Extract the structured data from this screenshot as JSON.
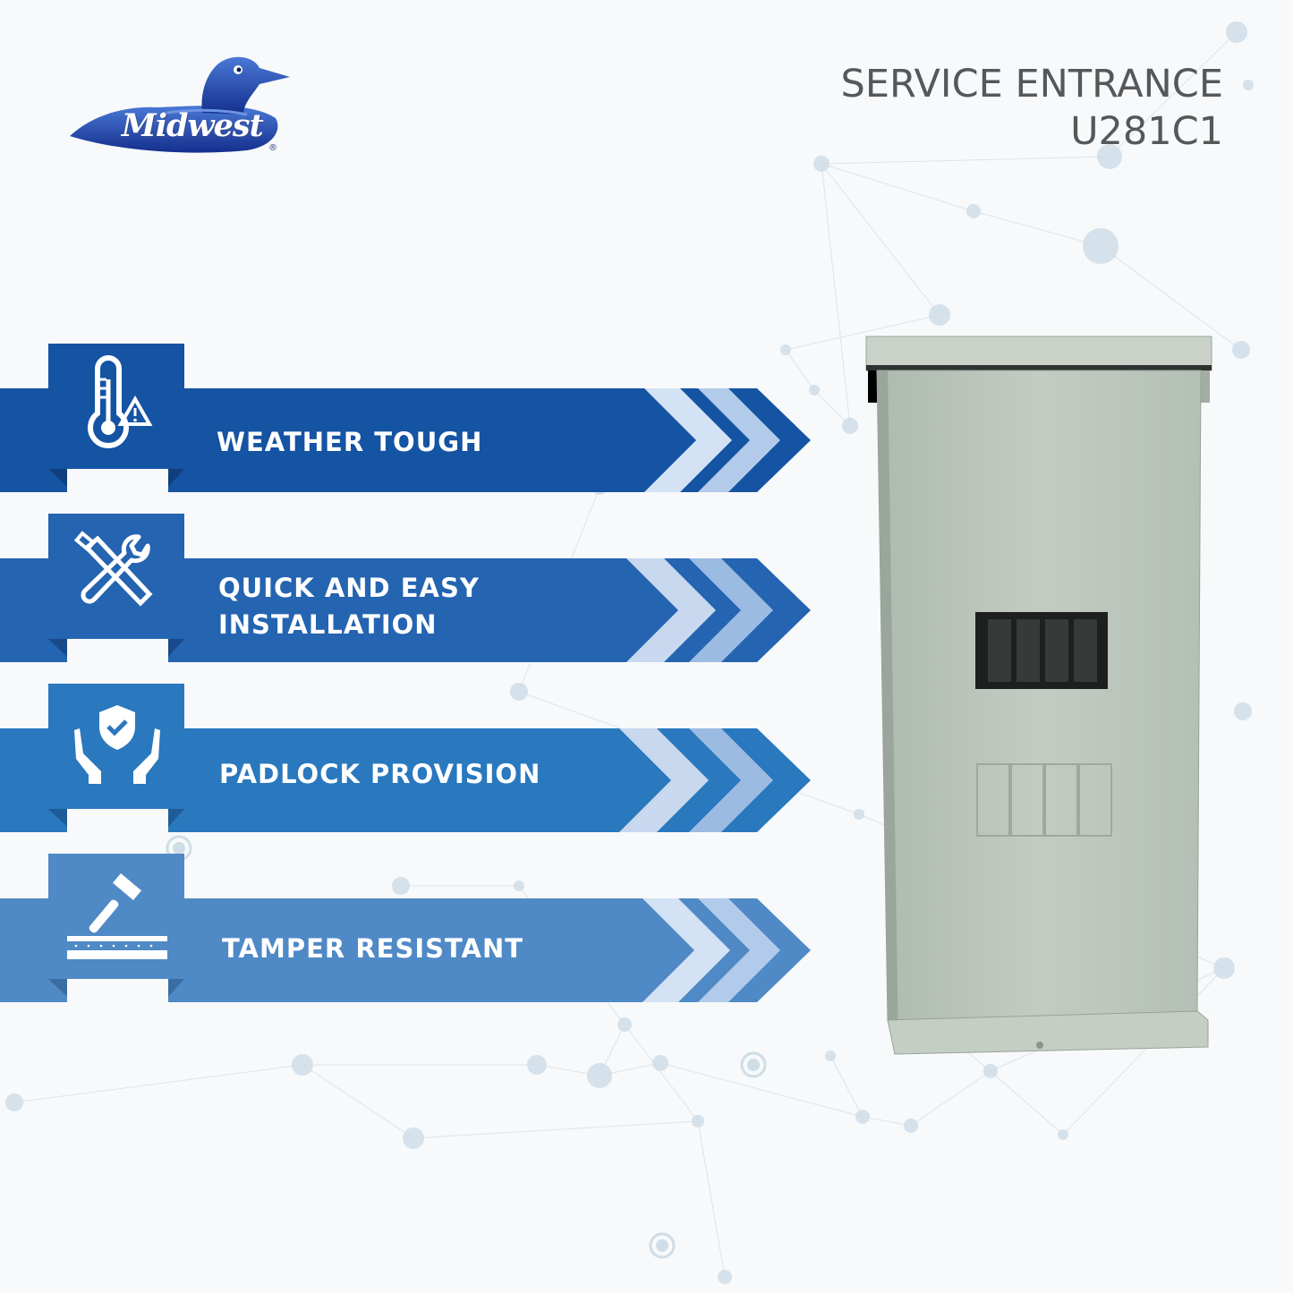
{
  "brand": {
    "logo_text": "Midwest",
    "registered_mark": "®",
    "colors": {
      "logo_blue": "#1c3a9e",
      "logo_light": "#3f68c9"
    }
  },
  "header": {
    "title_line1": "SERVICE ENTRANCE",
    "title_line2": "U281C1",
    "text_color": "#555759"
  },
  "features": [
    {
      "label_lines": [
        "WEATHER TOUGH"
      ],
      "icon": "thermometer-warning-icon",
      "color": "#1553a3",
      "tab_color": "#1553a3"
    },
    {
      "label_lines": [
        "QUICK AND EASY",
        "INSTALLATION"
      ],
      "icon": "wrench-screwdriver-icon",
      "color": "#2464b0",
      "tab_color": "#2464b0"
    },
    {
      "label_lines": [
        "PADLOCK PROVISION"
      ],
      "icon": "hands-shield-icon",
      "color": "#2a78bd",
      "tab_color": "#2a78bd"
    },
    {
      "label_lines": [
        "TAMPER RESISTANT"
      ],
      "icon": "hammer-surface-icon",
      "color": "#4f89c6",
      "tab_color": "#4f89c6"
    }
  ],
  "product": {
    "image": "service-entrance-enclosure",
    "enclosure_color": "#b9c4ba"
  }
}
